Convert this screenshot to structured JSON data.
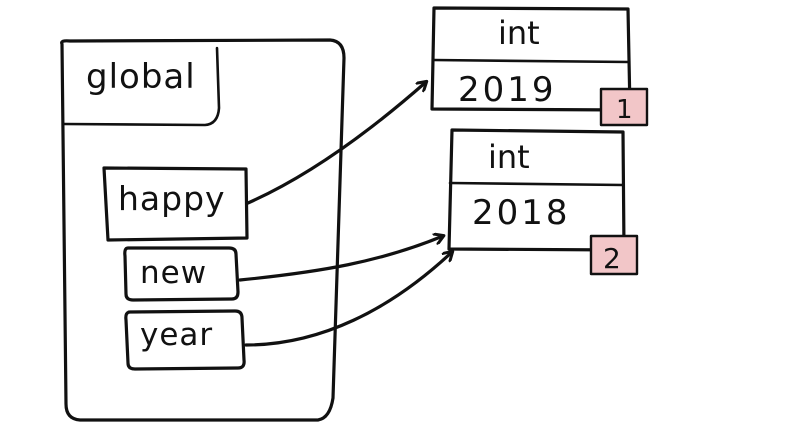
{
  "frame": {
    "title": "global",
    "variables": [
      {
        "name": "happy",
        "points_to": "object-1"
      },
      {
        "name": "new",
        "points_to": "object-2"
      },
      {
        "name": "year",
        "points_to": "object-2"
      }
    ]
  },
  "objects": [
    {
      "id": "object-1",
      "type": "int",
      "value": "2019",
      "badge": "1"
    },
    {
      "id": "object-2",
      "type": "int",
      "value": "2018",
      "badge": "2"
    }
  ],
  "colors": {
    "ink": "#111111",
    "badge_fill": "#f2c6c8",
    "badge_border": "#111111"
  }
}
